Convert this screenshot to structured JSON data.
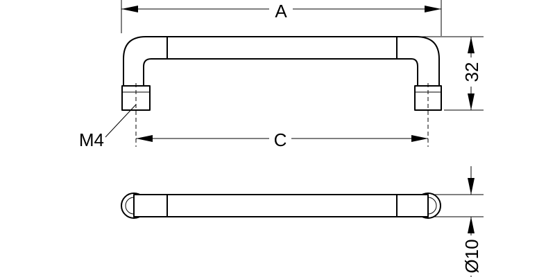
{
  "dimensions": {
    "overall_length": "A",
    "hole_spacing": "C",
    "height": "32",
    "thread": "M4",
    "diameter": "Ø10"
  }
}
